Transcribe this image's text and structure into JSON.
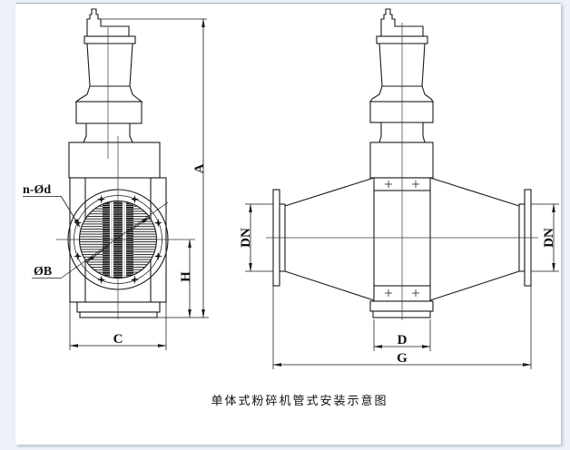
{
  "page": {
    "caption": "单体式粉碎机管式安装示意图",
    "background_color": "#edf1f8",
    "paper_color": "#ffffff",
    "line_color": "#1a1a1a"
  },
  "front_view": {
    "label_bolt_holes": "n-Ød",
    "label_bore_diameter": "ØB",
    "label_overall_height": "A",
    "label_center_height": "H",
    "label_base_width": "C",
    "bolt_hole_count": 8
  },
  "side_view": {
    "label_nominal_diameter_left": "DN",
    "label_nominal_diameter_right": "DN",
    "label_body_width": "D",
    "label_overall_length": "G"
  }
}
